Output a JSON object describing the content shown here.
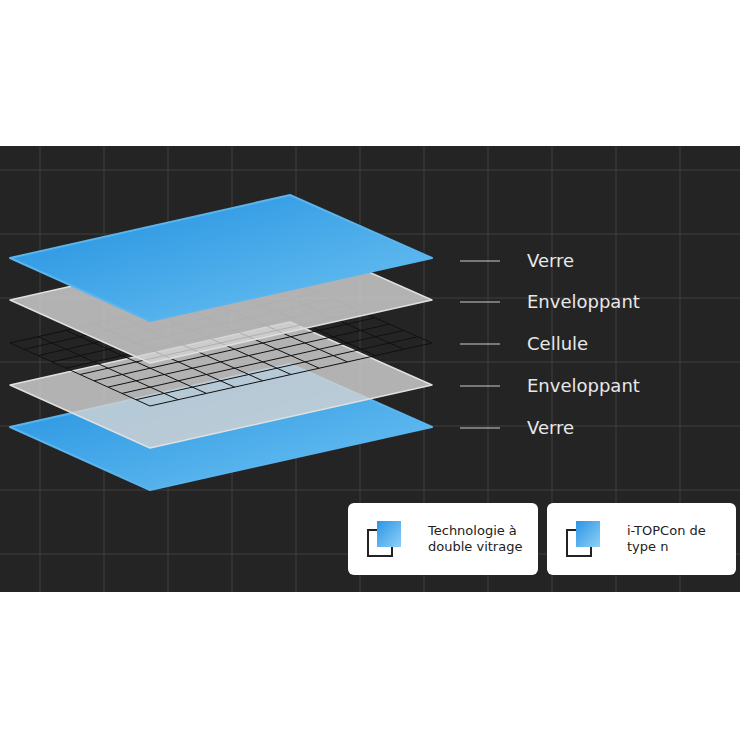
{
  "diagram": {
    "nodes": [
      {
        "text": [
          "Technologie à double vitrage"
        ]
      },
      {
        "text": [
          "i-TOPCon de type n"
        ]
      }
    ],
    "labels": [
      "Verre",
      "Enveloppant",
      "Cellule",
      "Enveloppant",
      "Verre"
    ]
  }
}
